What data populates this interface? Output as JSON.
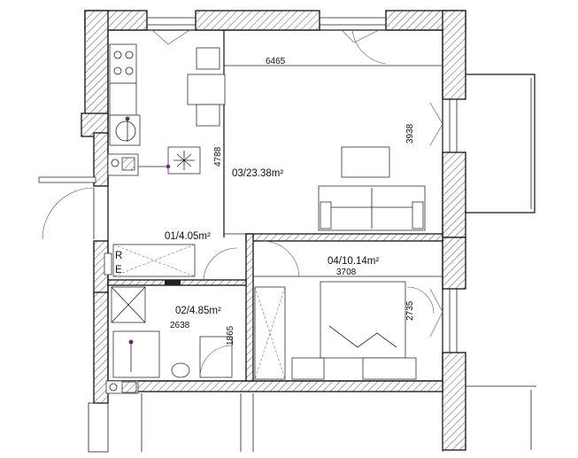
{
  "rooms": [
    {
      "id": "01",
      "label": "01/4.05m²"
    },
    {
      "id": "02",
      "label": "02/4.85m²"
    },
    {
      "id": "03",
      "label": "03/23.38m²"
    },
    {
      "id": "04",
      "label": "04/10.14m²"
    }
  ],
  "dimensions": {
    "living_width": "6465",
    "living_height_left": "4788",
    "living_height_right": "3938",
    "bedroom_width": "3708",
    "bedroom_height": "2735",
    "bathroom_width": "2638",
    "bathroom_height": "1865"
  },
  "markers": {
    "r": "R",
    "e": "E"
  }
}
